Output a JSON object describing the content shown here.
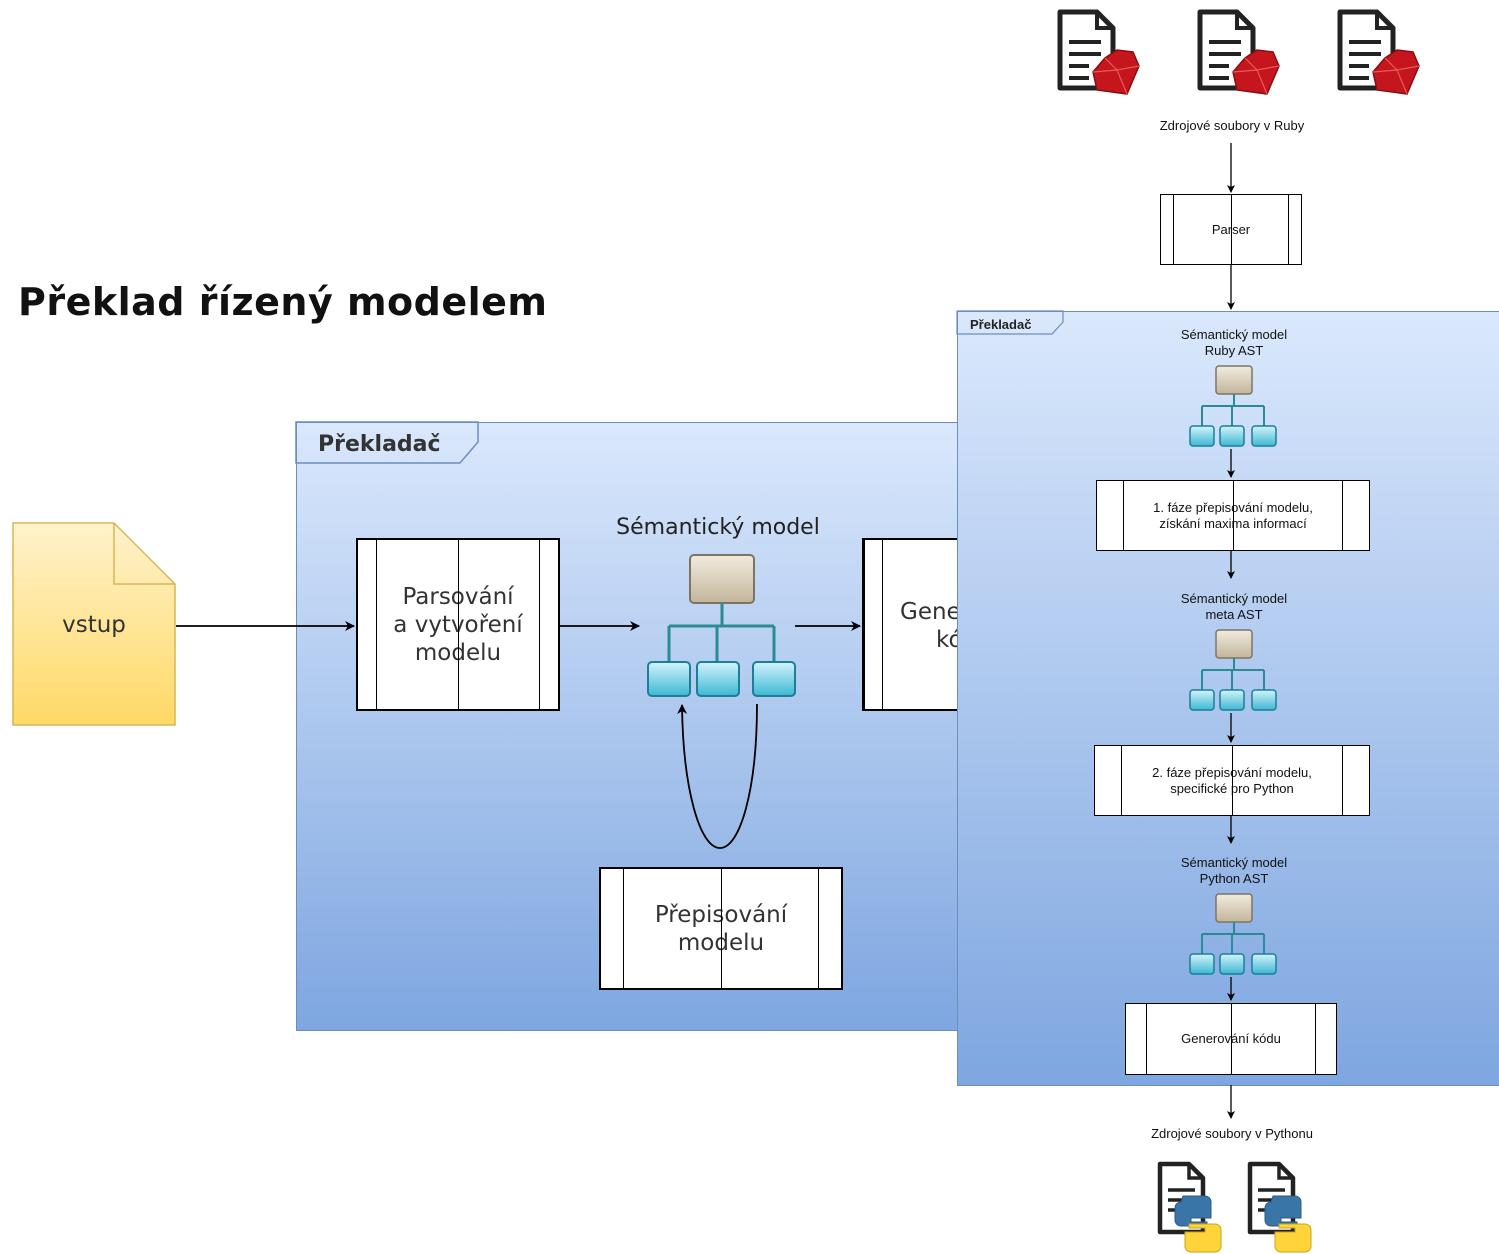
{
  "title": "Překlad řízený modelem",
  "left_diagram": {
    "frame_label": "Překladač",
    "input_label": "vstup",
    "parse_box": "Parsování\na vytvoření\nmodelu",
    "model_label": "Sémantický model",
    "rewrite_box": "Přepisování\nmodelu",
    "generate_box_partial": "Gene​ kó"
  },
  "right_diagram": {
    "ruby_caption": "Zdrojové soubory v Ruby",
    "parser_box": "Parser",
    "frame_label": "Překladač",
    "model1": "Sémantický model\nRuby AST",
    "phase1_box": "1. fáze přepisování modelu,\nzískání maxima informací",
    "model2": "Sémantický model\nmeta AST",
    "phase2_box": "2. fáze přepisování modelu,\nspecifické pro Python",
    "model3": "Sémantický model\nPython AST",
    "generate_box": "Generování kódu",
    "python_caption": "Zdrojové soubory v Pythonu"
  },
  "icons": [
    "ruby-file-icon",
    "python-file-icon",
    "tree-model-icon"
  ],
  "colors": {
    "frame_top": "#dae8fc",
    "frame_bottom": "#7ea6e0",
    "frame_border": "#6c8ebf",
    "note_fill": "#fff2cc",
    "note_stroke": "#d6b656",
    "ruby_red": "#c4161c",
    "python_blue": "#3a75a8",
    "python_yellow": "#ffd43b"
  }
}
